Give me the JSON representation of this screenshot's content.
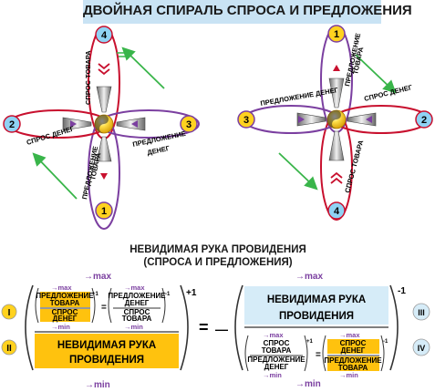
{
  "title": "ДВОЙНАЯ СПИРАЛЬ СПРОСА И ПРЕДЛОЖЕНИЯ",
  "subtitle_line1": "НЕВИДИМАЯ РУКА ПРОВИДЕНИЯ",
  "subtitle_line2": "(СПРОСА И ПРЕДЛОЖЕНИЯ)",
  "left_spiral": {
    "label_top": "СПРОС ТОВАРА",
    "label_left": "СПРОС ДЕНЕГ",
    "label_right_1": "ПРЕДЛОЖЕНИЕ",
    "label_right_2": "ДЕНЕГ",
    "label_bottom_1": "ПРЕДЛОЖЕНИЕ",
    "label_bottom_2": "ТОВАРА",
    "node_top": "4",
    "node_left": "2",
    "node_right": "3",
    "node_bottom": "1"
  },
  "right_spiral": {
    "label_top_1": "ПРЕДЛОЖЕНИЕ",
    "label_top_2": "ТОВАРА",
    "label_left": "ПРЕДЛОЖЕНИЕ ДЕНЕГ",
    "label_right": "СПРОС ДЕНЕГ",
    "label_bottom": "СПРОС ТОВАРА",
    "node_top": "1",
    "node_left": "3",
    "node_right": "2",
    "node_bottom": "4"
  },
  "formula": {
    "max": "→max",
    "min": "→min",
    "roman_1": "I",
    "roman_2": "II",
    "roman_3": "III",
    "roman_4": "IV",
    "supply_goods_1": "ПРЕДЛОЖЕНИЕ",
    "supply_goods_2": "ТОВАРА",
    "demand_money_1": "СПРОС",
    "demand_money_2": "ДЕНЕГ",
    "supply_money_1": "ПРЕДЛОЖЕНИЕ",
    "supply_money_2": "ДЕНЕГ",
    "demand_goods_1": "СПРОС",
    "demand_goods_2": "ТОВАРА",
    "hand_1": "НЕВИДИМАЯ РУКА",
    "hand_2": "ПРОВИДЕНИЯ",
    "exp_plus": "+1",
    "exp_minus": "-1",
    "equals": "=",
    "minus": "—"
  },
  "colors": {
    "title_bg": "#c9e3f4",
    "red_loop": "#c8102e",
    "purple_loop": "#7b3fa0",
    "green_arrow": "#39b54a",
    "node_blue": "#8fd3f4",
    "node_yellow": "#ffd21f",
    "gold": "#ffc20e",
    "pale_blue": "#d6ecf8"
  }
}
